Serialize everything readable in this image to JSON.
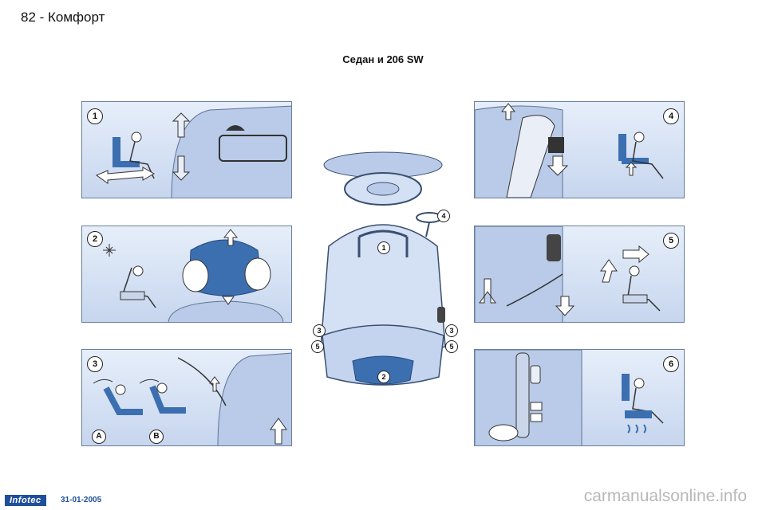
{
  "page": {
    "header": "82 - Комфорт",
    "subtitle": "Седан и 206 SW"
  },
  "panels": [
    {
      "number": "1"
    },
    {
      "number": "2"
    },
    {
      "number": "3",
      "letters": [
        "A",
        "B"
      ]
    },
    {
      "number": "4"
    },
    {
      "number": "5"
    },
    {
      "number": "6"
    }
  ],
  "seat_callouts": [
    "1",
    "2",
    "3",
    "3",
    "4",
    "5",
    "5"
  ],
  "footer": {
    "logo": "Infotec",
    "date": "31-01-2005",
    "watermark": "carmanualsonline.info"
  },
  "colors": {
    "panel_bg": "#d4e0f3",
    "seat_blue": "#3c6fb0",
    "frame": "#6a7f9c",
    "brand": "#1f4f9a"
  }
}
